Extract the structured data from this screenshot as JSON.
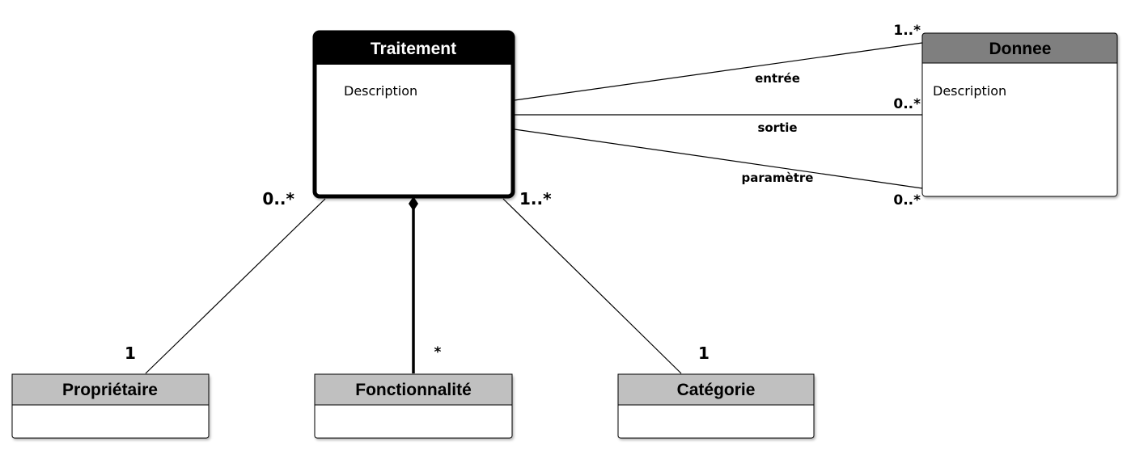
{
  "classes": {
    "traitement": {
      "name": "Traitement",
      "attribute": "Description"
    },
    "donnee": {
      "name": "Donnee",
      "attribute": "Description"
    },
    "proprietaire": {
      "name": "Propriétaire"
    },
    "fonctionnalite": {
      "name": "Fonctionnalité"
    },
    "categorie": {
      "name": "Catégorie"
    }
  },
  "associations": {
    "entree": {
      "label": "entrée",
      "multiplicity_donnee": "1..*"
    },
    "sortie": {
      "label": "sortie",
      "multiplicity_donnee": "0..*"
    },
    "parametre": {
      "label": "paramètre",
      "multiplicity_donnee": "0..*"
    },
    "proprietaire": {
      "multiplicity_traitement": "0..*",
      "multiplicity_proprietaire": "1"
    },
    "fonctionnalite": {
      "kind": "composition",
      "multiplicity_fonctionnalite": "*"
    },
    "categorie": {
      "multiplicity_traitement": "1..*",
      "multiplicity_categorie": "1"
    }
  },
  "colors": {
    "traitement_header": "#000000",
    "traitement_title_text": "#ffffff",
    "donnee_header": "#7f7f7f",
    "leaf_header": "#c0c0c0",
    "line": "#000000"
  }
}
